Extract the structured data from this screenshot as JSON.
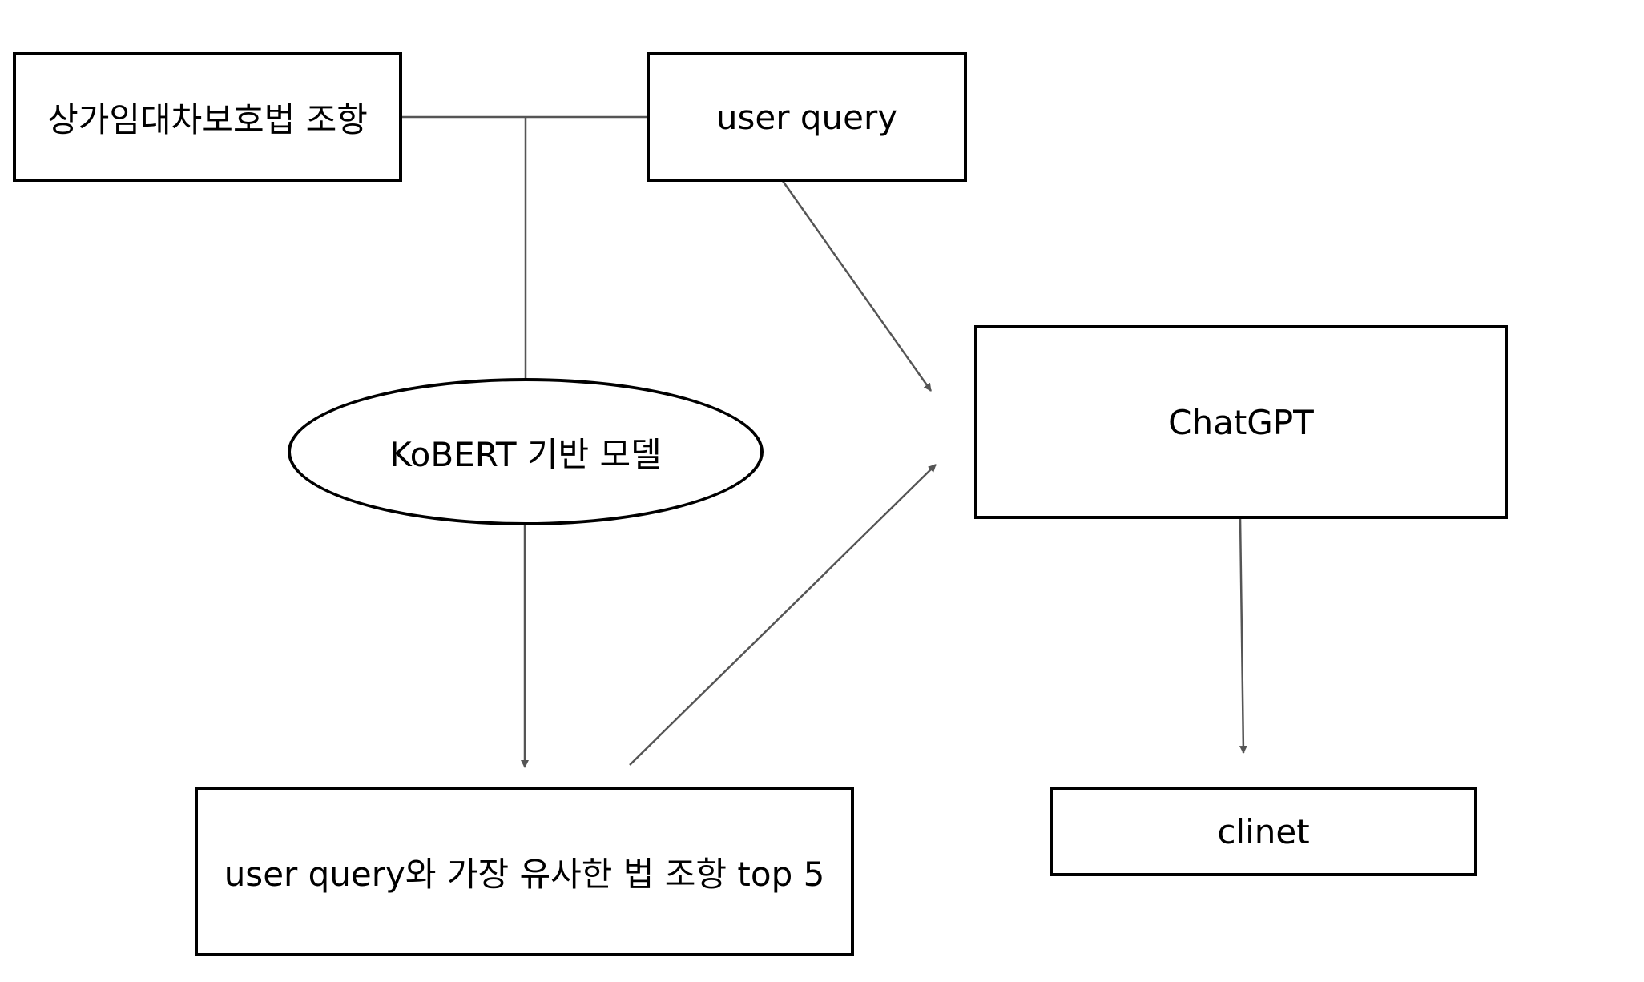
{
  "diagram": {
    "nodes": {
      "law_articles": {
        "label": "상가임대차보호법 조항",
        "shape": "rectangle"
      },
      "user_query": {
        "label": "user query",
        "shape": "rectangle"
      },
      "kobert_model": {
        "label": "KoBERT 기반 모델",
        "shape": "ellipse"
      },
      "chatgpt": {
        "label": "ChatGPT",
        "shape": "rectangle"
      },
      "top5": {
        "label": "user query와 가장 유사한 법 조항 top 5",
        "shape": "rectangle"
      },
      "client": {
        "label": "clinet",
        "shape": "rectangle"
      }
    },
    "edges": [
      {
        "from": "law_articles",
        "to": "kobert_model",
        "arrow": false
      },
      {
        "from": "user_query",
        "to": "kobert_model",
        "arrow": false
      },
      {
        "from": "kobert_model",
        "to": "top5",
        "arrow": true
      },
      {
        "from": "user_query",
        "to": "chatgpt",
        "arrow": true
      },
      {
        "from": "top5",
        "to": "chatgpt",
        "arrow": true
      },
      {
        "from": "chatgpt",
        "to": "client",
        "arrow": true
      }
    ]
  },
  "colors": {
    "border": "#000000",
    "edge": "#555555",
    "background": "#ffffff",
    "text": "#000000"
  }
}
